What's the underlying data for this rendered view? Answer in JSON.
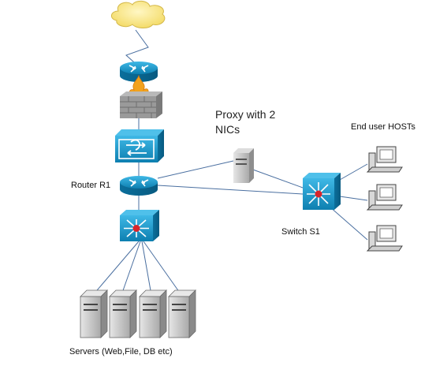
{
  "labels": {
    "router": "Router R1",
    "proxy_line1": "Proxy with 2",
    "proxy_line2": "NICs",
    "end_hosts": "End user HOSTs",
    "switch": "Switch S1",
    "servers": "Servers (Web,File, DB etc)"
  },
  "colors": {
    "device_blue": "#1e9ed0",
    "device_dark": "#0b6f9c",
    "link": "#4a6fa0",
    "server_gray": "#c8c8c8",
    "firewall_flame": "#f2a21e",
    "hub_red": "#d8252b"
  },
  "icons": [
    "cloud-icon",
    "router-icon",
    "firewall-icon",
    "pix-icon",
    "multilayer-switch-icon",
    "server-icon",
    "workstation-icon"
  ]
}
